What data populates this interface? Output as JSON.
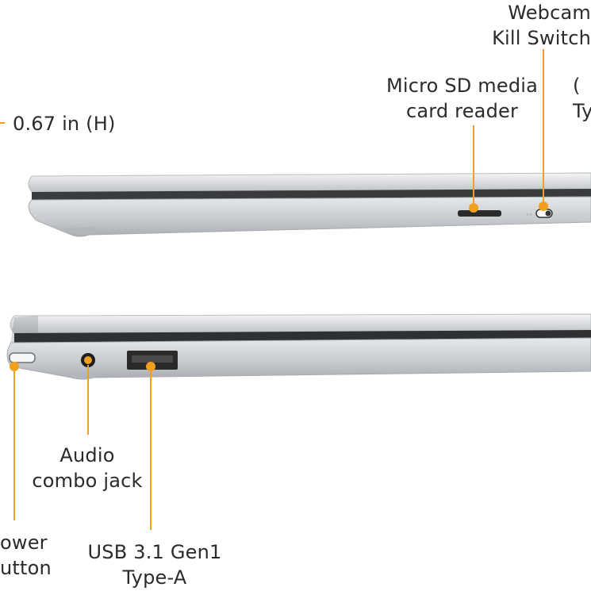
{
  "colors": {
    "accent": "#f0a01e",
    "text": "#2b2b2b",
    "chassis": "#cfd2d6",
    "port": "#2a2a2a"
  },
  "labels": {
    "webcam_kill_switch": {
      "line1": "Webcam",
      "line2": "Kill Switch"
    },
    "micro_sd": {
      "line1": "Micro SD media",
      "line2": "card reader"
    },
    "type_c_partial": {
      "line1": "(",
      "line2": "Ty"
    },
    "height": {
      "text": "0.67 in (H)"
    },
    "audio_jack": {
      "line1": "Audio",
      "line2": "combo jack"
    },
    "power_button": {
      "line1": "ower",
      "line2": "utton"
    },
    "usb_a": {
      "line1": "USB 3.1 Gen1",
      "line2": "Type-A"
    }
  }
}
